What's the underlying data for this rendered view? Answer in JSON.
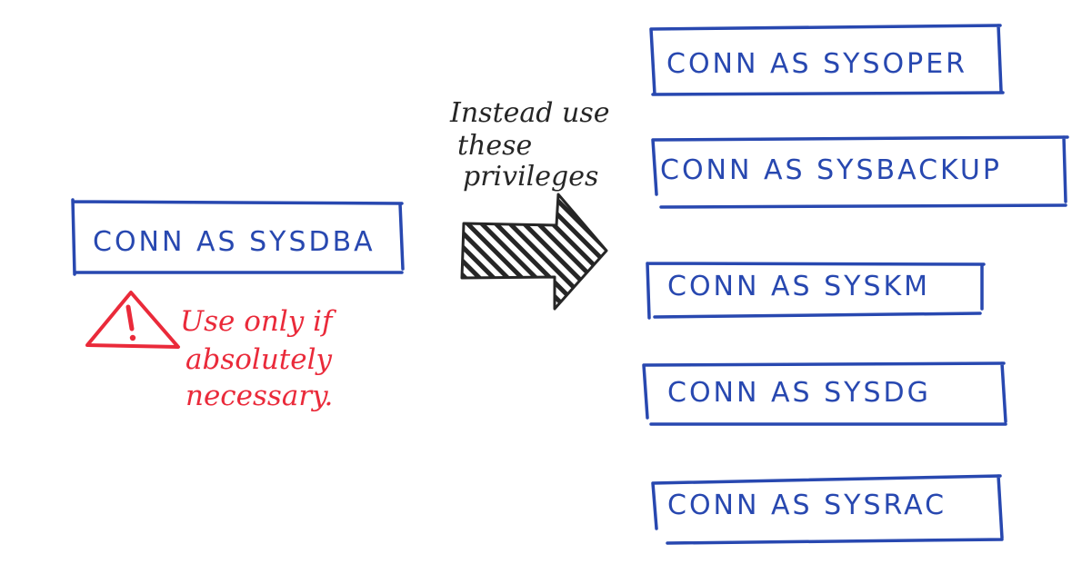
{
  "main_box": {
    "label": "CONN AS SYSDBA"
  },
  "warning": {
    "icon": "warning-triangle-icon",
    "lines": [
      "Use only if",
      "absolutely",
      "necessary."
    ],
    "color": "#ea2a3a"
  },
  "instruction": {
    "lines": [
      "Instead use",
      "these",
      "privileges"
    ]
  },
  "arrow": {
    "icon": "hatched-right-arrow-icon"
  },
  "privilege_boxes": [
    {
      "label": "CONN AS SYSOPER"
    },
    {
      "label": "CONN AS SYSBACKUP"
    },
    {
      "label": "CONN AS SYSKM"
    },
    {
      "label": "CONN AS SYSDG"
    },
    {
      "label": "CONN AS SYSRAC"
    }
  ],
  "colors": {
    "ink_blue": "#2848b0",
    "ink_red": "#ea2a3a",
    "ink_black": "#262626"
  }
}
